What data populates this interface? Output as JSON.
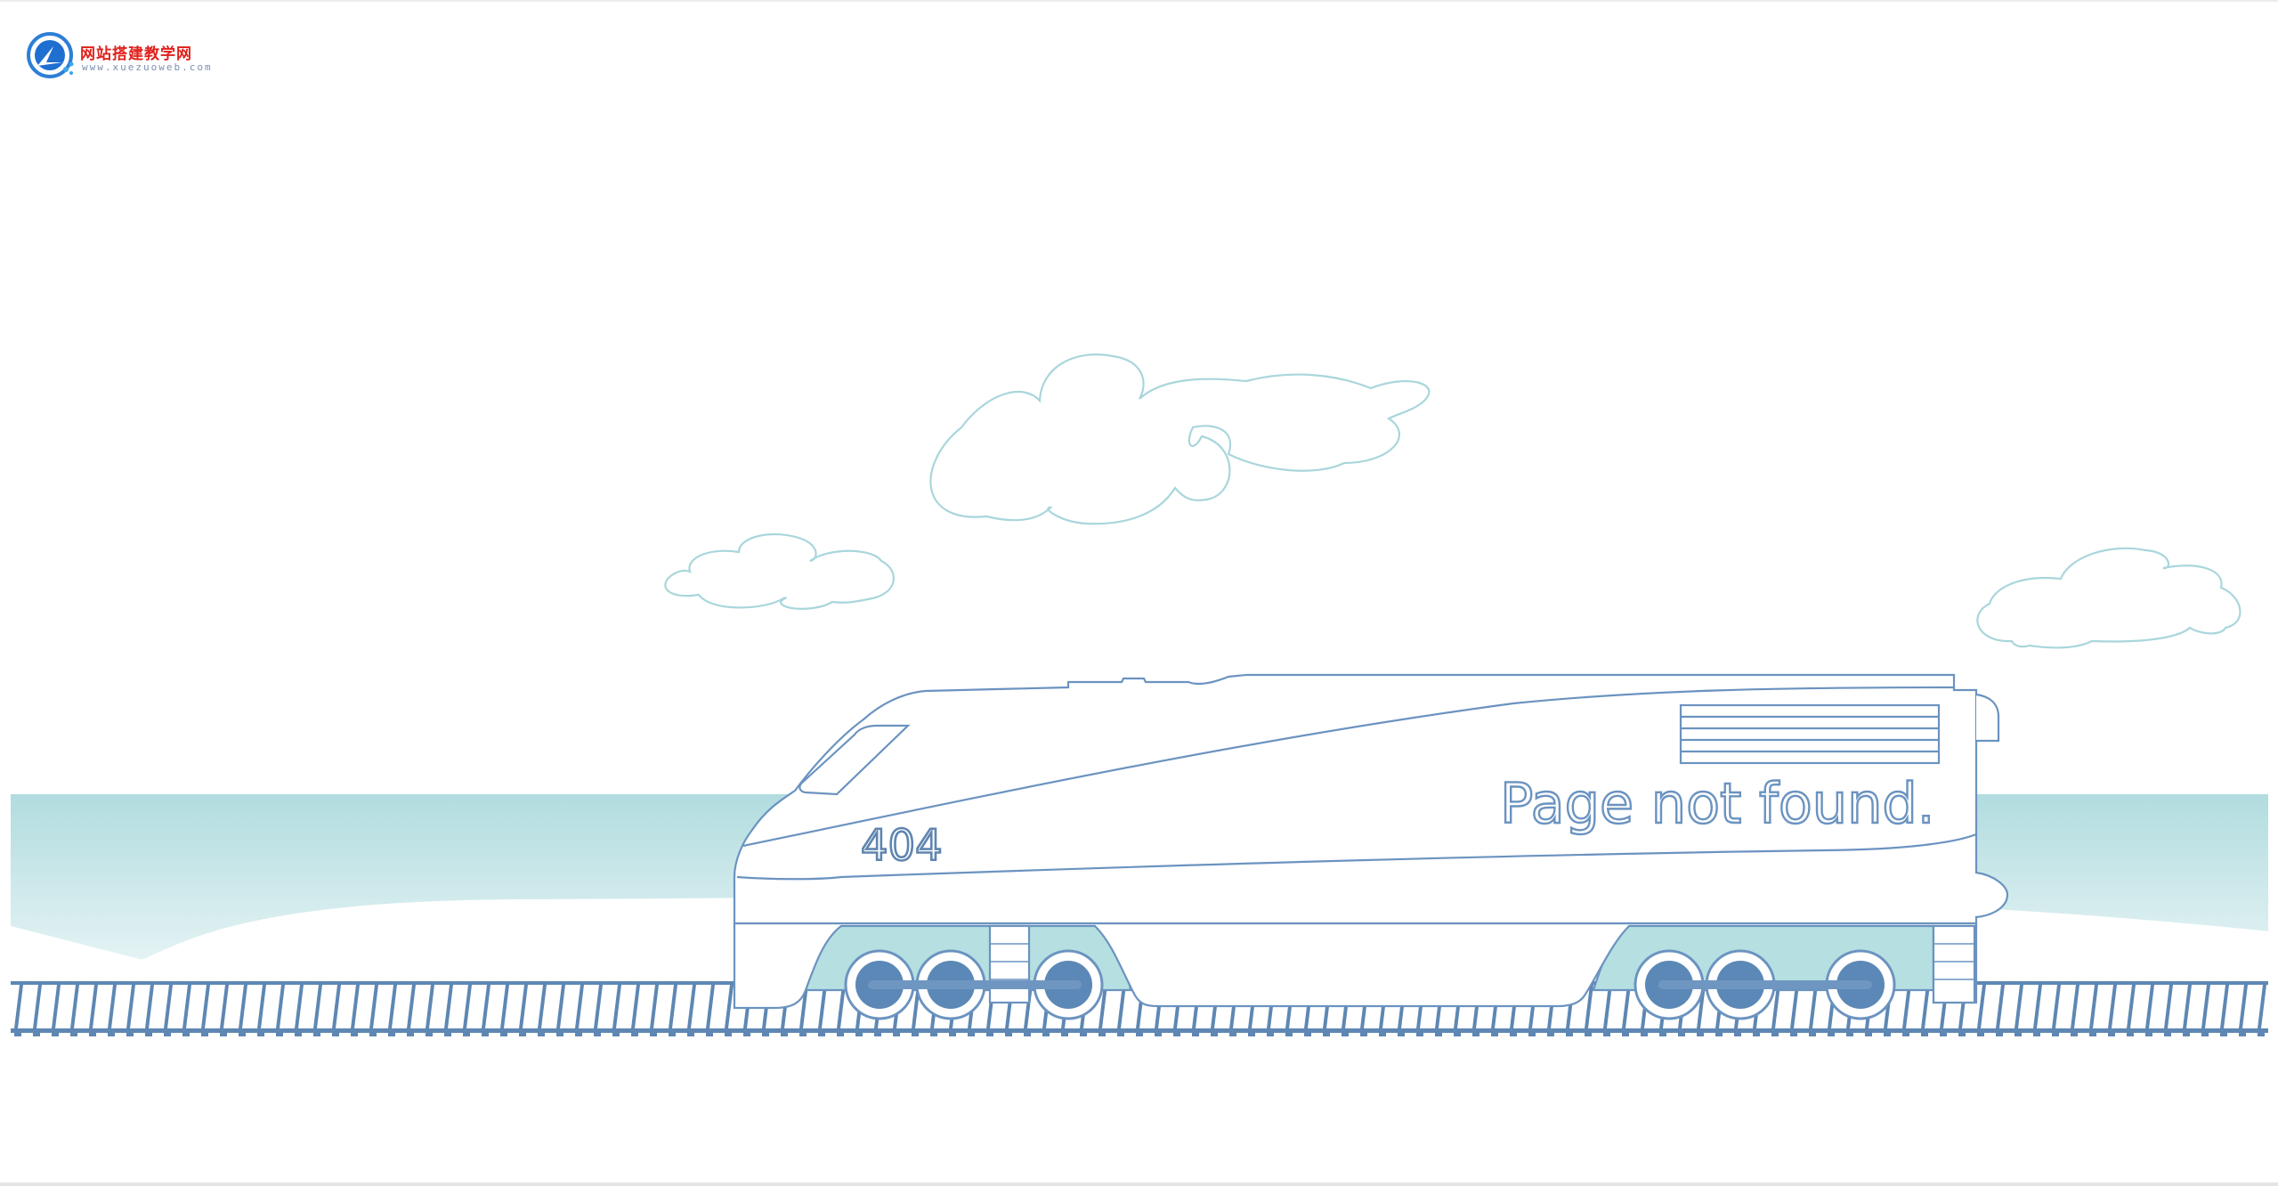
{
  "logo": {
    "title": "网站搭建教学网",
    "subtitle": "www.xuezuoweb.com"
  },
  "train": {
    "number": "404",
    "message": "Page not found."
  },
  "colors": {
    "line": "#6b93c0",
    "cloud": "#a9d6dc",
    "sea": "#b5dfe1",
    "track": "#5e87b3",
    "wheel_fill": "#5b88b6"
  }
}
